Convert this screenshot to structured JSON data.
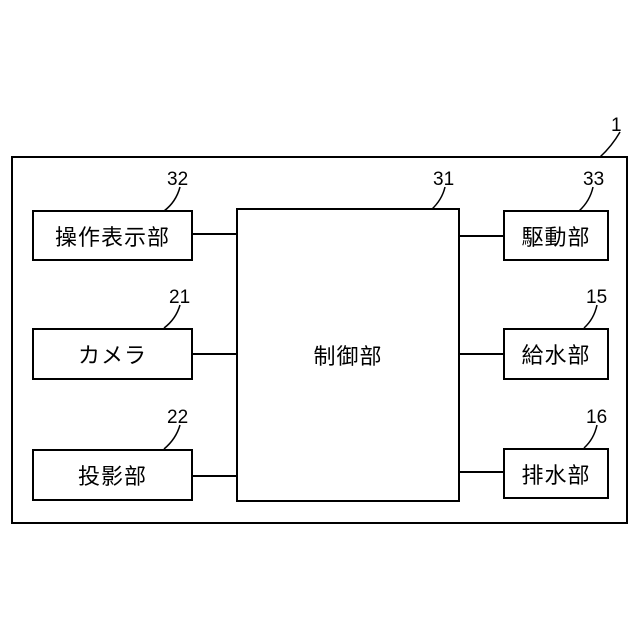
{
  "diagram": {
    "system": {
      "ref": "1"
    },
    "blocks": {
      "control": {
        "label": "制御部",
        "ref": "31"
      },
      "operation_display": {
        "label": "操作表示部",
        "ref": "32"
      },
      "camera": {
        "label": "カメラ",
        "ref": "21"
      },
      "projection": {
        "label": "投影部",
        "ref": "22"
      },
      "drive": {
        "label": "駆動部",
        "ref": "33"
      },
      "water_supply": {
        "label": "給水部",
        "ref": "15"
      },
      "water_drain": {
        "label": "排水部",
        "ref": "16"
      }
    },
    "connections": [
      {
        "from": "operation_display",
        "to": "control"
      },
      {
        "from": "camera",
        "to": "control"
      },
      {
        "from": "projection",
        "to": "control"
      },
      {
        "from": "control",
        "to": "drive"
      },
      {
        "from": "control",
        "to": "water_supply"
      },
      {
        "from": "control",
        "to": "water_drain"
      }
    ]
  }
}
